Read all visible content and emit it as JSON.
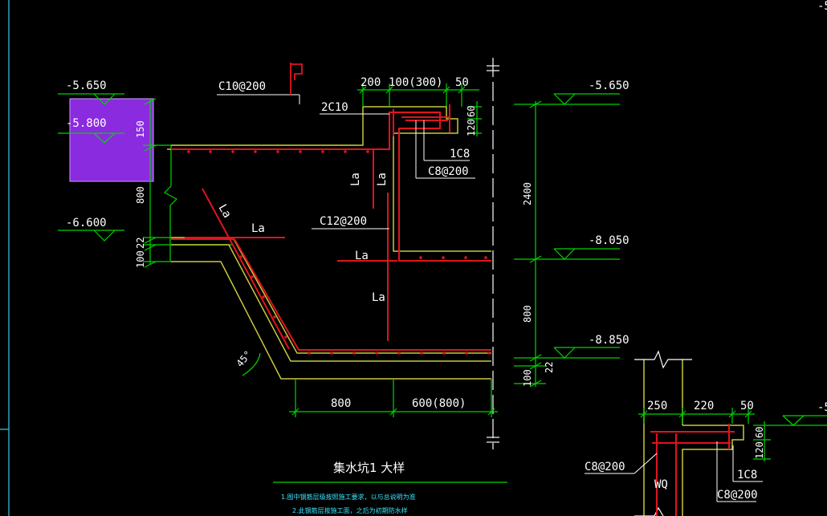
{
  "colors": {
    "background": "#000000",
    "dimension": "#00d400",
    "rebar": "#e0141e",
    "concrete": "#c8c83c",
    "text": "#ffffff",
    "highlight": "#8b2be0",
    "note": "#39e6ff",
    "frame": "#2aa6b8"
  },
  "levels": {
    "l1": "-5.650",
    "l2": "-5.800",
    "l3": "-6.600",
    "r1": "-5.650",
    "r2": "-8.050",
    "r3": "-8.850",
    "edge_right": "-5"
  },
  "dims": {
    "d150": "150",
    "d800_left": "800",
    "d22_left": "22",
    "d100_left": "100",
    "top_200": "200",
    "top_100_300": "100(300)",
    "top_50": "50",
    "v60": "60",
    "v120": "120",
    "d2400": "2400",
    "d800_right": "800",
    "d22_right": "22",
    "d100_right": "100",
    "bottom_800": "800",
    "bottom_600_800": "600(800)",
    "angle": "45°",
    "d250": "250",
    "d220": "220",
    "d50b": "50",
    "v60b": "60",
    "v120b": "120"
  },
  "rebar_labels": {
    "c10_200": "C10@200",
    "c2_10": "2C10",
    "c1_8": "1C8",
    "c8_200": "C8@200",
    "c12_200": "C12@200",
    "la1": "La",
    "la2": "La",
    "la3": "La",
    "la4": "La",
    "la5": "La",
    "la6": "La",
    "c8_200_b1": "C8@200",
    "c1_8_b": "1C8",
    "c8_200_b2": "C8@200",
    "wq": "WQ"
  },
  "title": "集水坑1 大样",
  "notes": [
    "1.图中钢筋层级按照施工要求，以与总说明为准",
    "2.此钢筋层按施工面，之后为初期防水样"
  ]
}
